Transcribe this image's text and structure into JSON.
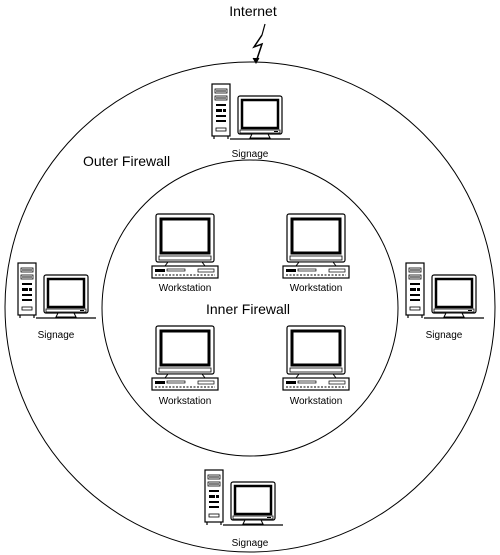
{
  "labels": {
    "internet": "Internet",
    "outer_firewall": "Outer Firewall",
    "inner_firewall": "Inner Firewall"
  },
  "nodes": {
    "signage": [
      {
        "label": "Signage"
      },
      {
        "label": "Signage"
      },
      {
        "label": "Signage"
      },
      {
        "label": "Signage"
      }
    ],
    "workstations": [
      {
        "label": "Workstation"
      },
      {
        "label": "Workstation"
      },
      {
        "label": "Workstation"
      },
      {
        "label": "Workstation"
      }
    ]
  },
  "icons": {
    "signage": "tower-computer-with-monitor-icon",
    "workstation": "desktop-computer-icon",
    "internet_link": "lightning-bolt-icon"
  },
  "colors": {
    "line": "#000000",
    "background": "#ffffff"
  }
}
